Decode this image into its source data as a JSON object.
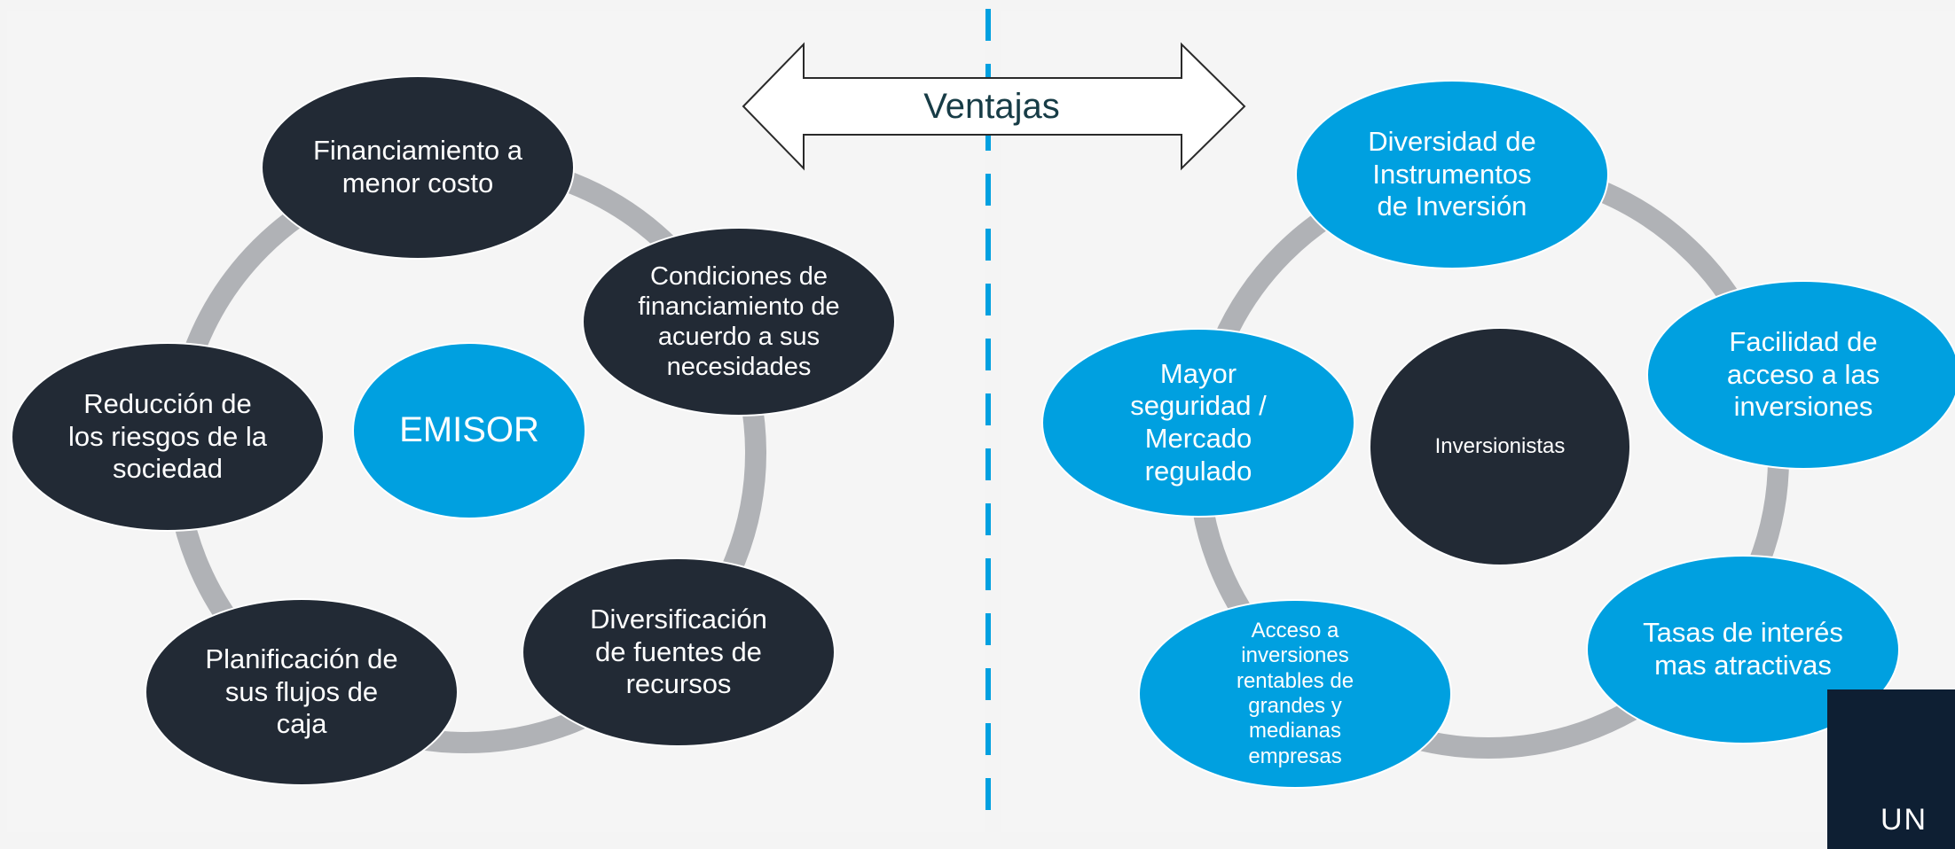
{
  "colors": {
    "dark_node": "#222a35",
    "blue_node": "#00a0e0",
    "ring": "#b0b2b6",
    "divider": "#00a0e0",
    "banner_text": "#173c46"
  },
  "banner": {
    "label": "Ventajas"
  },
  "left": {
    "center": "EMISOR",
    "nodes": [
      "Financiamiento a menor costo",
      "Condiciones de financiamiento de acuerdo a sus necesidades",
      "Diversificación de fuentes de recursos",
      "Planificación de sus flujos de caja",
      "Reducción de los riesgos de la sociedad"
    ]
  },
  "right": {
    "center": "Inversionistas",
    "nodes": [
      "Diversidad de Instrumentos de Inversión",
      "Facilidad de acceso a las inversiones",
      "Tasas de interés mas atractivas",
      "Acceso a inversiones rentables de grandes y medianas empresas",
      "Mayor seguridad / Mercado regulado"
    ]
  },
  "corner": {
    "text": "UN"
  }
}
